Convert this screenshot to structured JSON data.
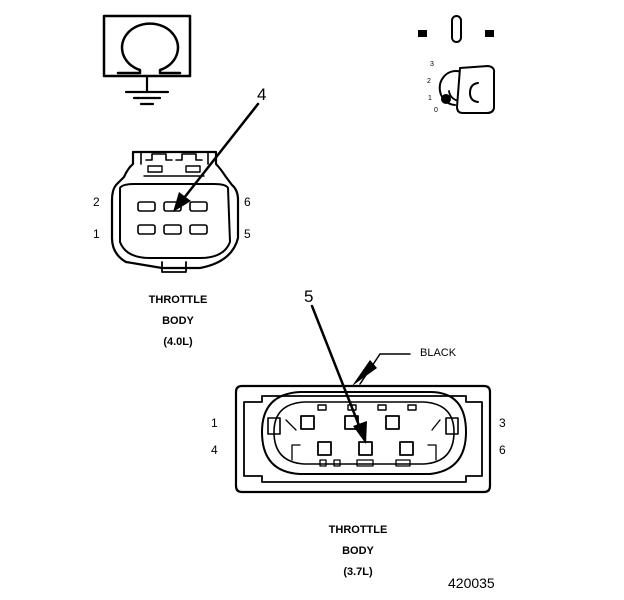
{
  "upper_connector": {
    "caption_line1": "THROTTLE",
    "caption_line2": "BODY",
    "caption_line3": "(4.0L)",
    "pins": {
      "p1": "1",
      "p2": "2",
      "p5": "5",
      "p6": "6"
    },
    "callout": "4"
  },
  "lower_connector": {
    "caption_line1": "THROTTLE",
    "caption_line2": "BODY",
    "caption_line3": "(3.7L)",
    "pins": {
      "p1": "1",
      "p3": "3",
      "p4": "4",
      "p6": "6"
    },
    "callout": "5",
    "wire_color_label": "BLACK"
  },
  "ignition_key": {
    "positions": [
      "3",
      "2",
      "1",
      "0"
    ]
  },
  "figure_number": "420035"
}
